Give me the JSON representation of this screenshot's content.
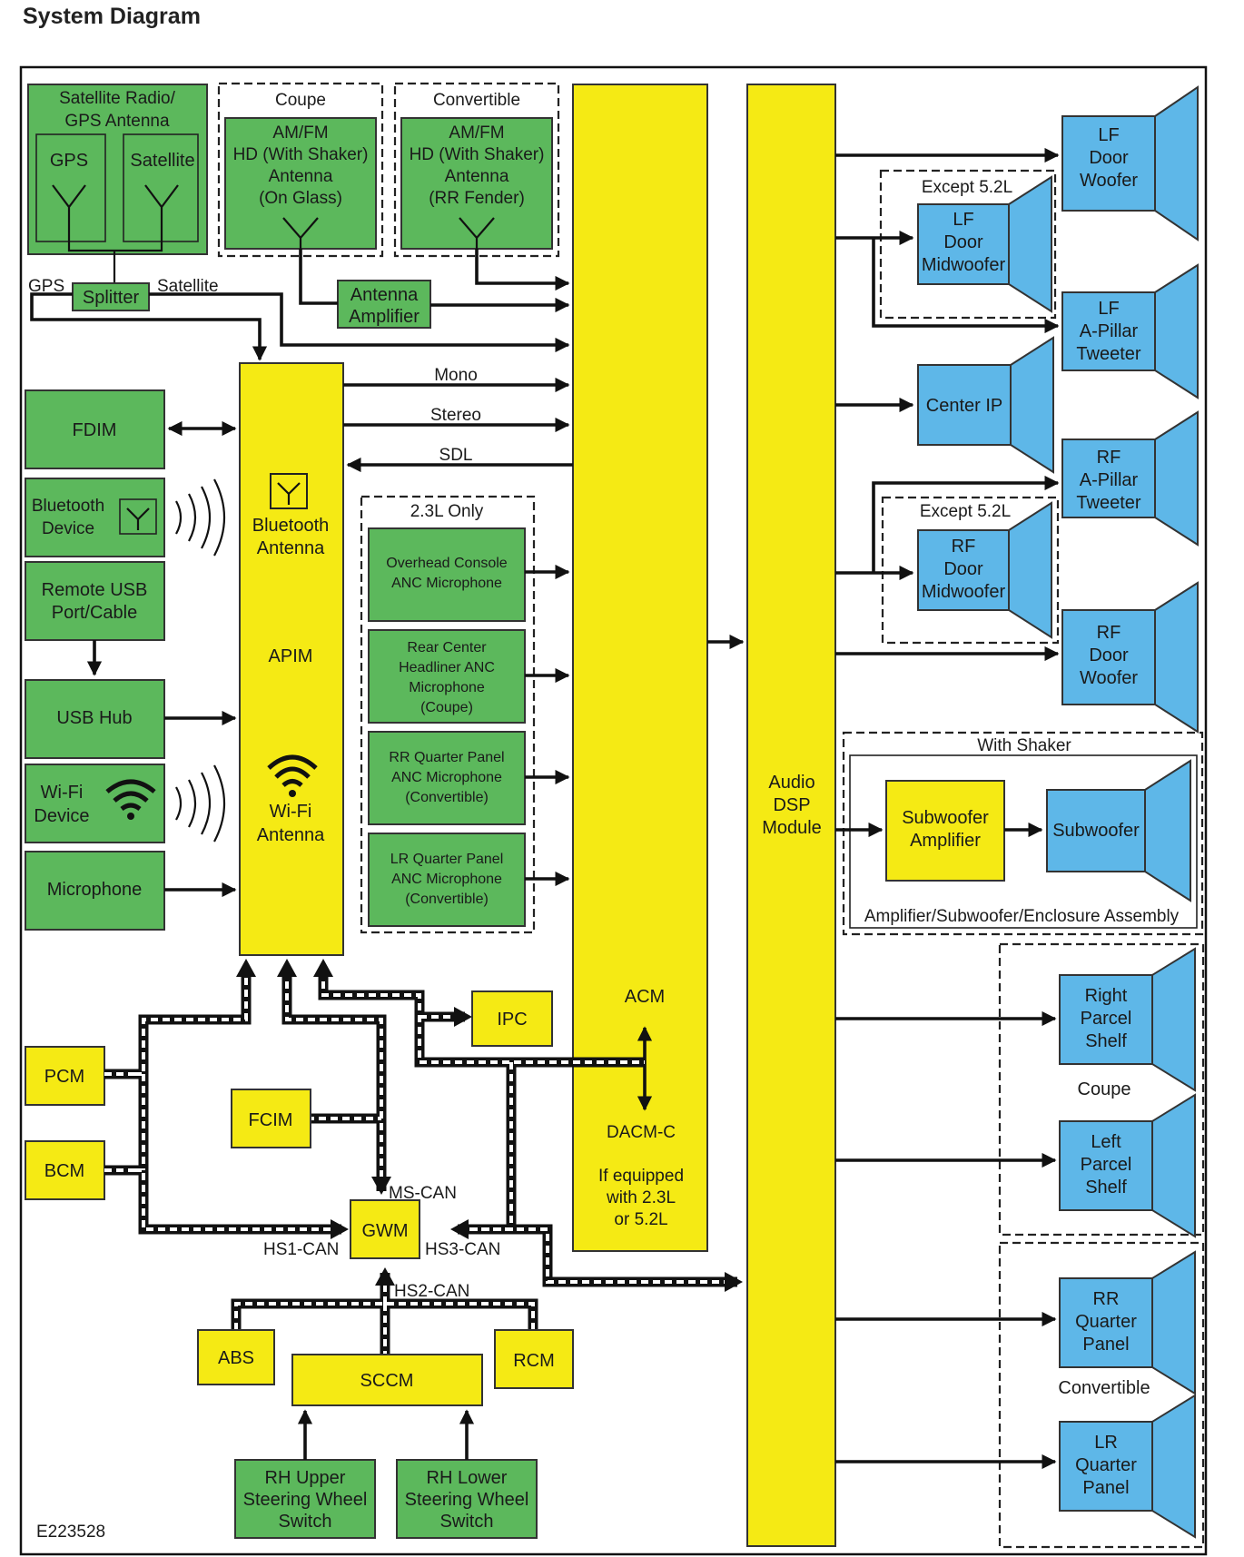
{
  "page": {
    "title": "System Diagram",
    "figure_id": "E223528"
  },
  "colors": {
    "module": "#f5ea14",
    "component": "#5cb85c",
    "speaker": "#5eb7e8",
    "border": "#333333"
  },
  "antennas": {
    "satellite_group": [
      "Satellite Radio/",
      "GPS Antenna"
    ],
    "gps": "GPS",
    "satellite": "Satellite",
    "coupe_group": "Coupe",
    "coupe_antenna": [
      "AM/FM",
      "HD (With Shaker)",
      "Antenna",
      "(On Glass)"
    ],
    "convertible_group": "Convertible",
    "convertible_antenna": [
      "AM/FM",
      "HD (With Shaker)",
      "Antenna",
      "(RR Fender)"
    ],
    "splitter": "Splitter",
    "gps_out": "GPS",
    "satellite_out": "Satellite",
    "amplifier": [
      "Antenna",
      "Amplifier"
    ]
  },
  "left_modules": {
    "fdim": "FDIM",
    "bluetooth_device": [
      "Bluetooth",
      "Device"
    ],
    "usb_port": [
      "Remote USB",
      "Port/Cable"
    ],
    "usb_hub": "USB  Hub",
    "wifi_device": [
      "Wi-Fi",
      "Device"
    ],
    "microphone": "Microphone"
  },
  "apim": {
    "label": "APIM",
    "bluetooth_antenna": [
      "Bluetooth",
      "Antenna"
    ],
    "wifi_antenna": [
      "Wi-Fi",
      "Antenna"
    ]
  },
  "signals": {
    "mono": "Mono",
    "stereo": "Stereo",
    "sdl": "SDL"
  },
  "microphones": {
    "group": "2.3L Only",
    "items": [
      [
        "Overhead Console",
        "ANC Microphone"
      ],
      [
        "Rear Center",
        "Headliner ANC",
        "Microphone",
        "(Coupe)"
      ],
      [
        "RR Quarter Panel",
        "ANC Microphone",
        "(Convertible)"
      ],
      [
        "LR Quarter Panel",
        "ANC Microphone",
        "(Convertible)"
      ]
    ]
  },
  "acm": {
    "label": "ACM",
    "dacm": "DACM-C",
    "dacm_note": [
      "If equipped",
      "with 2.3L",
      "or 5.2L"
    ]
  },
  "dsp": [
    "Audio",
    "DSP",
    "Module"
  ],
  "speakers": {
    "except_label_1": "Except 5.2L",
    "except_label_2": "Except 5.2L",
    "lf_door_woofer": [
      "LF",
      "Door",
      "Woofer"
    ],
    "lf_door_midwoofer": [
      "LF",
      "Door",
      "Midwoofer"
    ],
    "lf_a_pillar_tweeter": [
      "LF",
      "A-Pillar",
      "Tweeter"
    ],
    "center_ip": "Center IP",
    "rf_a_pillar_tweeter": [
      "RF",
      "A-Pillar",
      "Tweeter"
    ],
    "rf_door_midwoofer": [
      "RF",
      "Door",
      "Midwoofer"
    ],
    "rf_door_woofer": [
      "RF",
      "Door",
      "Woofer"
    ],
    "shaker_group": "With Shaker",
    "subwoofer_amp": [
      "Subwoofer",
      "Amplifier"
    ],
    "subwoofer": "Subwoofer",
    "assembly": "Amplifier/Subwoofer/Enclosure Assembly",
    "right_parcel_shelf": [
      "Right",
      "Parcel",
      "Shelf"
    ],
    "coupe": "Coupe",
    "left_parcel_shelf": [
      "Left",
      "Parcel",
      "Shelf"
    ],
    "rr_quarter_panel": [
      "RR",
      "Quarter",
      "Panel"
    ],
    "convertible": "Convertible",
    "lr_quarter_panel": [
      "LR",
      "Quarter",
      "Panel"
    ]
  },
  "network": {
    "ipc": "IPC",
    "pcm": "PCM",
    "bcm": "BCM",
    "fcim": "FCIM",
    "gwm": "GWM",
    "ms_can": "MS-CAN",
    "hs1_can": "HS1-CAN",
    "hs3_can": "HS3-CAN",
    "hs2_can": "HS2-CAN",
    "abs": "ABS",
    "rcm": "RCM",
    "sccm": "SCCM",
    "rh_upper": [
      "RH Upper",
      "Steering Wheel",
      "Switch"
    ],
    "rh_lower": [
      "RH Lower",
      "Steering Wheel",
      "Switch"
    ]
  }
}
